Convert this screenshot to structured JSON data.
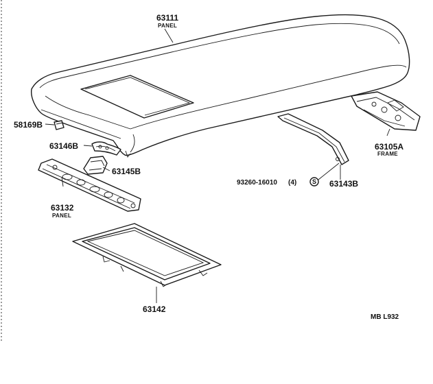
{
  "parts": {
    "roof_panel": {
      "number": "63111",
      "name": "PANEL"
    },
    "stopper": {
      "number": "58169B"
    },
    "clip_b": {
      "number": "63146B"
    },
    "bracket_b": {
      "number": "63145B"
    },
    "inner_panel": {
      "number": "63132",
      "name": "PANEL"
    },
    "sunroof_frame": {
      "number": "63142"
    },
    "rear_frame": {
      "number": "63105A",
      "name": "FRAME"
    },
    "side_rail": {
      "number": "63143B"
    },
    "screw": {
      "number": "93260-16010",
      "qty": "(4)",
      "symbol": "S"
    }
  },
  "code": "MB  L932",
  "colors": {
    "ink": "#1a1a1a",
    "paper": "#ffffff"
  }
}
